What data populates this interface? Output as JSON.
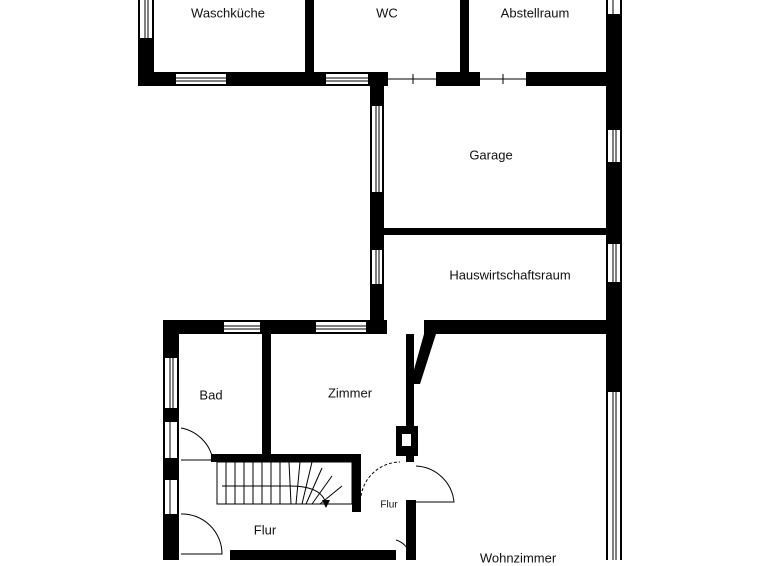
{
  "rooms": {
    "waschkueche": "Waschküche",
    "wc": "WC",
    "abstellraum": "Abstellraum",
    "garage": "Garage",
    "hauswirtschaftsraum": "Hauswirtschaftsraum",
    "bad": "Bad",
    "zimmer": "Zimmer",
    "flur_main": "Flur",
    "flur_small": "Flur",
    "wohnzimmer": "Wohnzimmer"
  }
}
